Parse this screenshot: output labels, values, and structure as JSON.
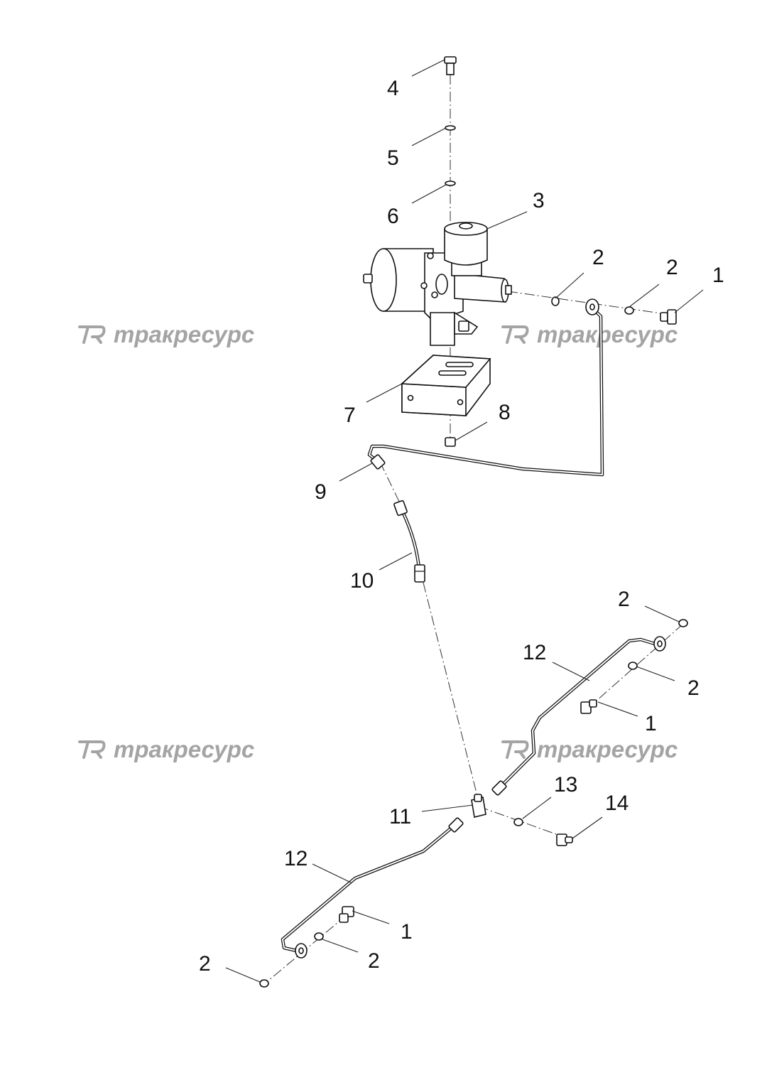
{
  "watermark": {
    "text": "тракресурс",
    "color": "#a4a4a4"
  },
  "callouts": [
    {
      "id": "c4",
      "text": "4"
    },
    {
      "id": "c5",
      "text": "5"
    },
    {
      "id": "c6",
      "text": "6"
    },
    {
      "id": "c3",
      "text": "3"
    },
    {
      "id": "c2a",
      "text": "2"
    },
    {
      "id": "c2b",
      "text": "2"
    },
    {
      "id": "c1a",
      "text": "1"
    },
    {
      "id": "c7",
      "text": "7"
    },
    {
      "id": "c8",
      "text": "8"
    },
    {
      "id": "c9",
      "text": "9"
    },
    {
      "id": "c10",
      "text": "10"
    },
    {
      "id": "c2c",
      "text": "2"
    },
    {
      "id": "c12a",
      "text": "12"
    },
    {
      "id": "c2d",
      "text": "2"
    },
    {
      "id": "c1b",
      "text": "1"
    },
    {
      "id": "c13",
      "text": "13"
    },
    {
      "id": "c14",
      "text": "14"
    },
    {
      "id": "c11",
      "text": "11"
    },
    {
      "id": "c12b",
      "text": "12"
    },
    {
      "id": "c1c",
      "text": "1"
    },
    {
      "id": "c2e",
      "text": "2"
    },
    {
      "id": "c2f",
      "text": "2"
    }
  ]
}
